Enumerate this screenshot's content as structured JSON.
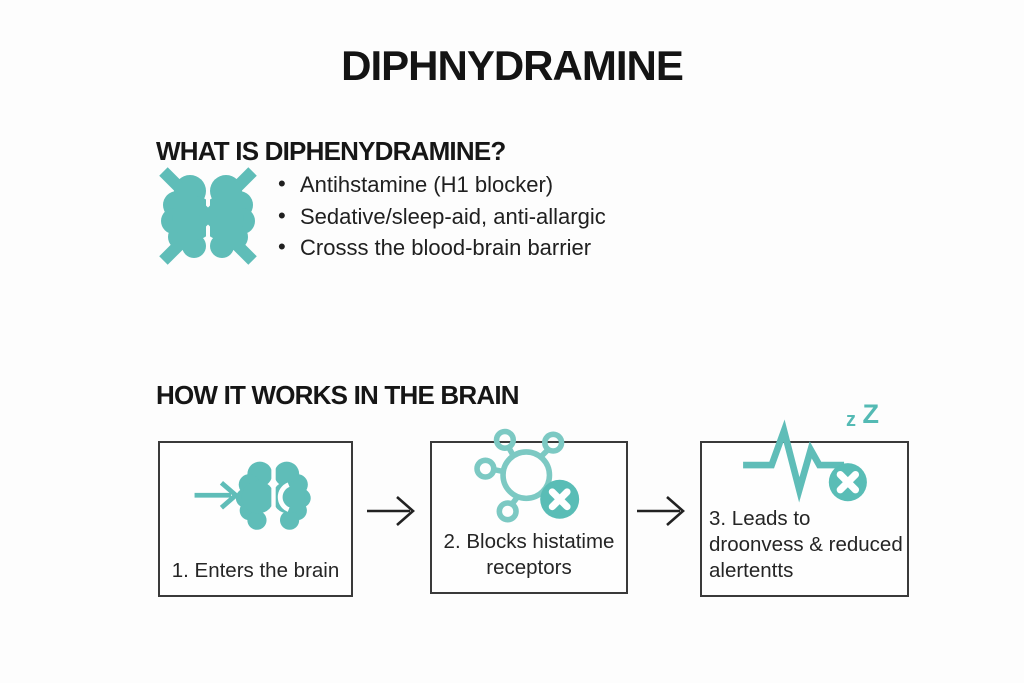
{
  "colors": {
    "teal": "#5fbdb8",
    "teal_light": "#7cc9c3",
    "text": "#1c1c1c",
    "box_border": "#3a3a3a",
    "background": "#fdfdfd"
  },
  "title": "DIPHNYDRAMINE",
  "what_section": {
    "heading": "WHAT IS DIPHENYDRAMINE?",
    "icon": "crossed-brain-icon",
    "bullets": [
      "Antihstamine (H1 blocker)",
      "Sedative/sleep-aid, anti-allargic",
      "Crosss the blood-brain barrier"
    ]
  },
  "how_section": {
    "heading": "HOW IT WORKS IN THE BRAIN",
    "steps": [
      {
        "icon": "brain-entry-icon",
        "label": "1. Enters the brain"
      },
      {
        "icon": "blocked-receptor-icon",
        "label": "2. Blocks histatime receptors"
      },
      {
        "icon": "drowsiness-icon",
        "label": "3. Leads to droonvess & reduced alertentts",
        "sleep_z_small": "z",
        "sleep_z_large": "Z"
      }
    ]
  }
}
